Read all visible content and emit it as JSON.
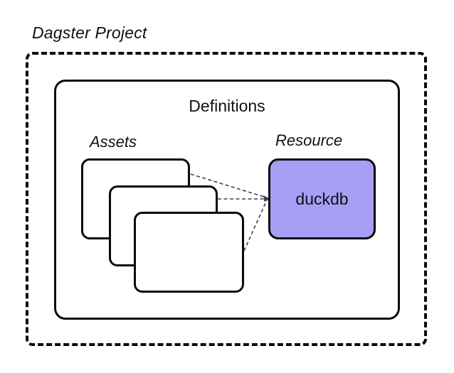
{
  "title": "Dagster Project",
  "definitions": {
    "label": "Definitions"
  },
  "assets": {
    "label": "Assets",
    "count": 3
  },
  "resource": {
    "label": "Resource",
    "box_label": "duckdb"
  },
  "colors": {
    "background": "#ffffff",
    "outline": "#0b0b0b",
    "connector": "#3a4452",
    "resource-fill": "#a89ef5"
  }
}
